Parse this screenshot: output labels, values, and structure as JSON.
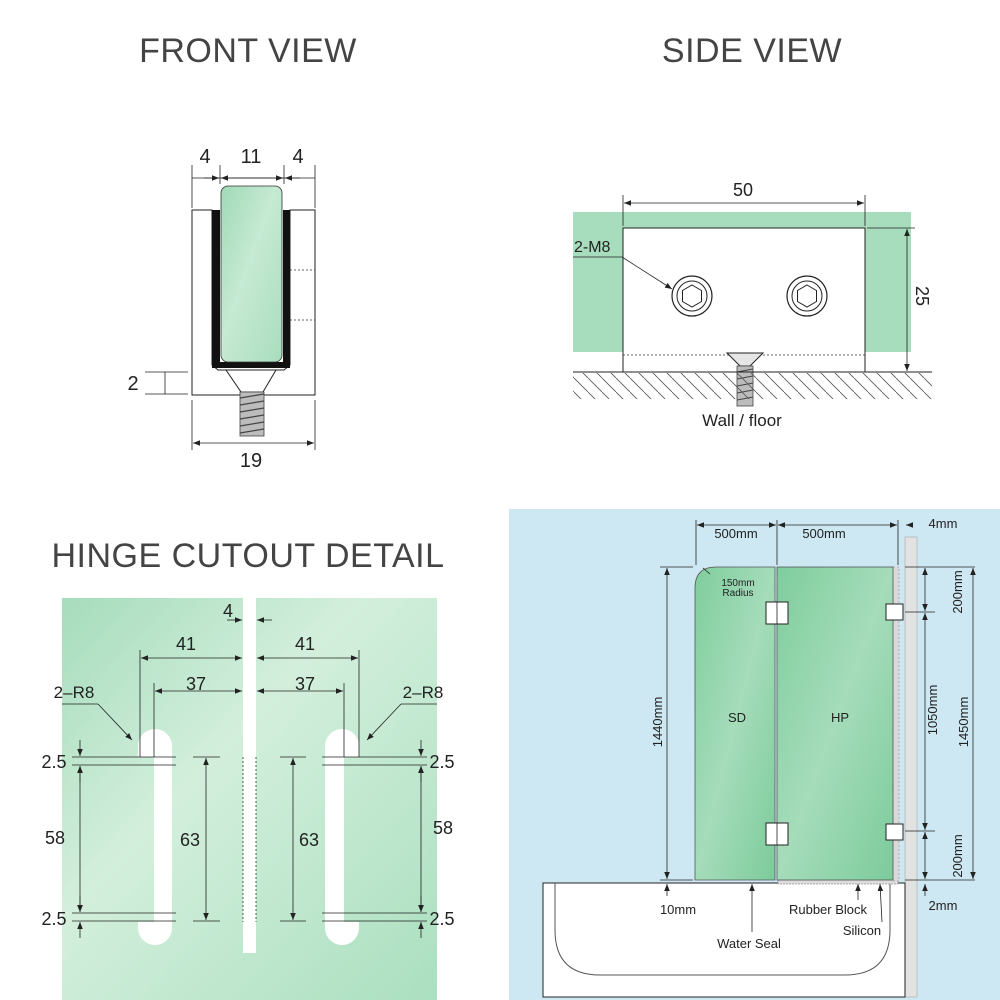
{
  "titles": {
    "front": "FRONT VIEW",
    "side": "SIDE VIEW",
    "hinge": "HINGE CUTOUT DETAIL"
  },
  "front_view": {
    "dim_left": "4",
    "dim_center": "11",
    "dim_right": "4",
    "dim_height": "2",
    "dim_width": "19"
  },
  "side_view": {
    "dim_length": "50",
    "dim_height": "25",
    "bolt_label": "2-M8",
    "surface_label": "Wall / floor"
  },
  "hinge_detail": {
    "gap": "4",
    "left_outer": "41",
    "right_outer": "41",
    "left_inner": "37",
    "right_inner": "37",
    "radius_left": "2–R8",
    "radius_right": "2–R8",
    "top_left_margin": "2.5",
    "top_right_margin": "2.5",
    "bottom_left_margin": "2.5",
    "bottom_right_margin": "2.5",
    "left_height": "58",
    "right_height": "58",
    "cut_left": "63",
    "cut_right": "63"
  },
  "installation": {
    "width_left": "500mm",
    "width_right": "500mm",
    "gap_top": "4mm",
    "corner_radius": "150mm",
    "corner_radius_label": "Radius",
    "panel_left": "SD",
    "panel_right": "HP",
    "height_left": "1440mm",
    "hinge_top": "200mm",
    "hinge_middle": "1050mm",
    "hinge_bottom": "200mm",
    "height_total": "1450mm",
    "bottom_gap": "10mm",
    "gap_bottom": "2mm",
    "rubber_block": "Rubber Block",
    "silicon": "Silicon",
    "water_seal": "Water Seal"
  }
}
